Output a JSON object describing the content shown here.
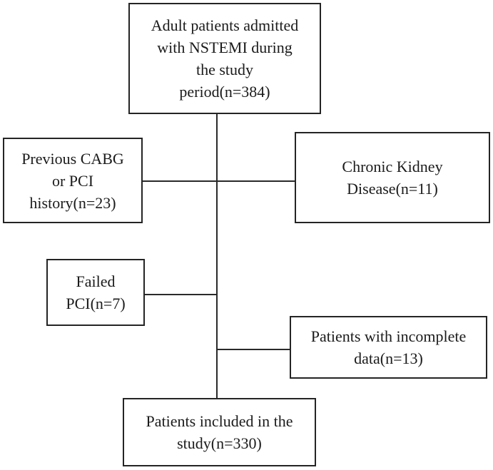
{
  "diagram": {
    "type": "study-flowchart",
    "boxes": {
      "admitted": {
        "text": "Adult patients admitted\nwith NSTEMI during\nthe study\nperiod(n=384)",
        "n": 384
      },
      "previous_cabg_pci": {
        "text": "Previous CABG\nor PCI\nhistory(n=23)",
        "n": 23
      },
      "chronic_kidney_disease": {
        "text": "Chronic Kidney\nDisease(n=11)",
        "n": 11
      },
      "failed_pci": {
        "text": "Failed\nPCI(n=7)",
        "n": 7
      },
      "incomplete_data": {
        "text": "Patients with incomplete\ndata(n=13)",
        "n": 13
      },
      "included": {
        "text": "Patients included in the\nstudy(n=330)",
        "n": 330
      }
    },
    "colors": {
      "background": "#ffffff",
      "border": "#242424",
      "text": "#1b1b1b",
      "line": "#2a2a2a"
    }
  }
}
